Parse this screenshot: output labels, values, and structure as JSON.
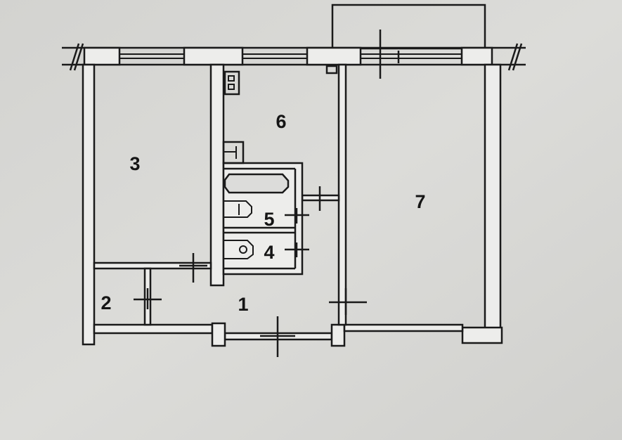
{
  "plan": {
    "rooms": [
      {
        "label": "1"
      },
      {
        "label": "2"
      },
      {
        "label": "3"
      },
      {
        "label": "4"
      },
      {
        "label": "5"
      },
      {
        "label": "6"
      },
      {
        "label": "7"
      }
    ]
  }
}
